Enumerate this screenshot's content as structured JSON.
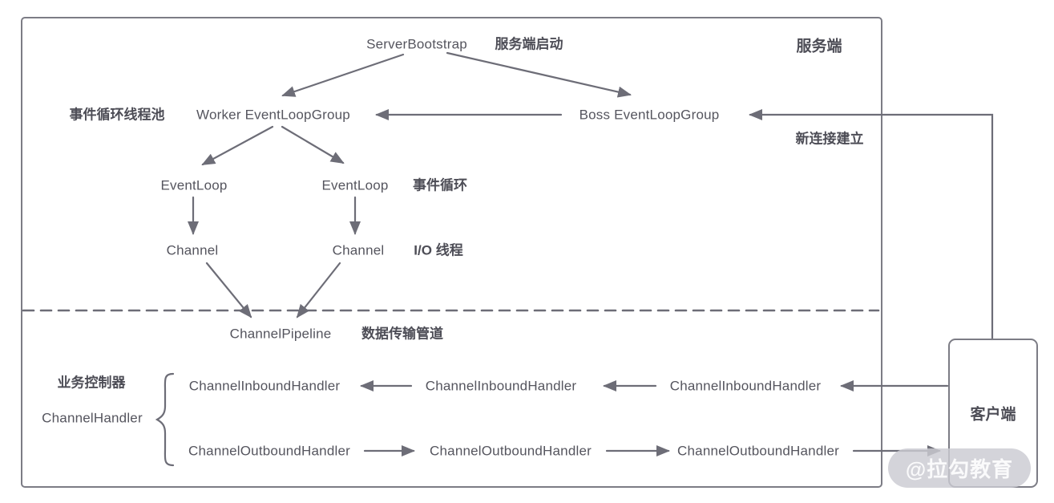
{
  "labels": {
    "server_bootstrap": "ServerBootstrap",
    "server_bootstrap_note": "服务端启动",
    "server_region": "服务端",
    "worker_pool_note": "事件循环线程池",
    "worker_event_loop_group": "Worker EventLoopGroup",
    "boss_event_loop_group": "Boss EventLoopGroup",
    "new_connection_note": "新连接建立",
    "event_loop_note": "事件循环",
    "io_thread_note": "I/O 线程",
    "channel_pipeline": "ChannelPipeline",
    "pipeline_note": "数据传输管道",
    "business_controller_note": "业务控制器",
    "channel_handler": "ChannelHandler",
    "client": "客户端",
    "watermark": "@拉勾教育"
  },
  "nodes": {
    "event_loops": [
      "EventLoop",
      "EventLoop"
    ],
    "channels": [
      "Channel",
      "Channel"
    ],
    "inbound_handlers": [
      "ChannelInboundHandler",
      "ChannelInboundHandler",
      "ChannelInboundHandler"
    ],
    "outbound_handlers": [
      "ChannelOutboundHandler",
      "ChannelOutboundHandler",
      "ChannelOutboundHandler"
    ]
  },
  "colors": {
    "line": "#6d6d77",
    "box_border": "#7c7c85",
    "text": "#54545d",
    "note_text": "#4d4d56",
    "watermark_bg": "#cbcbd2",
    "watermark_text": "#ffffff"
  }
}
